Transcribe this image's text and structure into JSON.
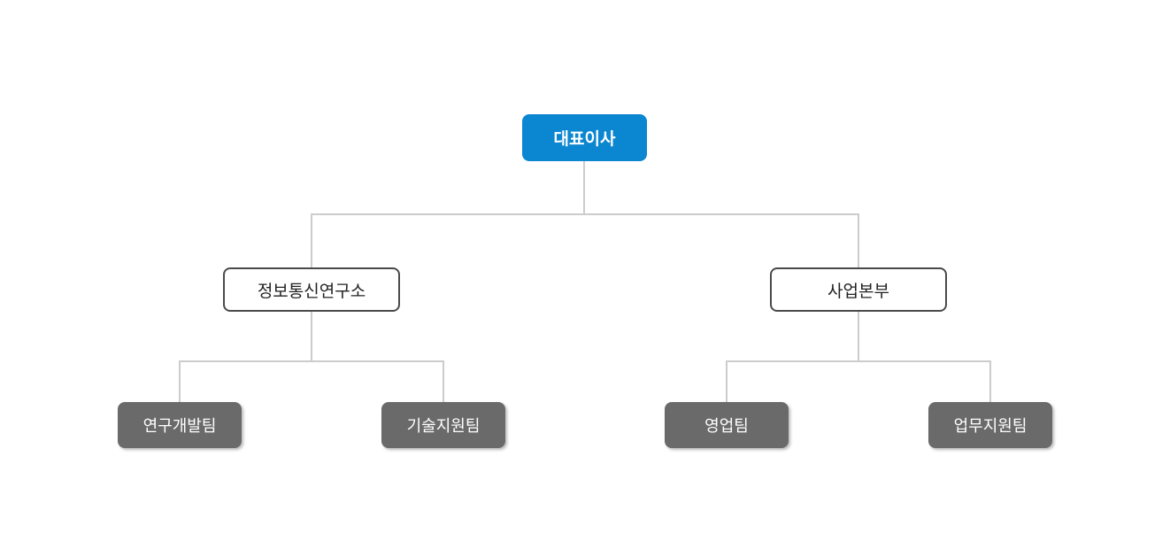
{
  "org_chart": {
    "title": "organization-chart",
    "root": {
      "label": "대표이사"
    },
    "divisions": [
      {
        "label": "정보통신연구소"
      },
      {
        "label": "사업본부"
      }
    ],
    "teams": [
      {
        "label": "연구개발팀",
        "parent": "정보통신연구소"
      },
      {
        "label": "기술지원팀",
        "parent": "정보통신연구소"
      },
      {
        "label": "영업팀",
        "parent": "사업본부"
      },
      {
        "label": "업무지원팀",
        "parent": "사업본부"
      }
    ],
    "colors": {
      "root_bg": "#0b86d1",
      "root_text": "#ffffff",
      "division_bg": "#ffffff",
      "division_border": "#4a4a4a",
      "division_text": "#222222",
      "team_bg": "#6a6a6a",
      "team_text": "#ffffff",
      "connector": "#cccccc",
      "page_bg": "#ffffff"
    }
  }
}
